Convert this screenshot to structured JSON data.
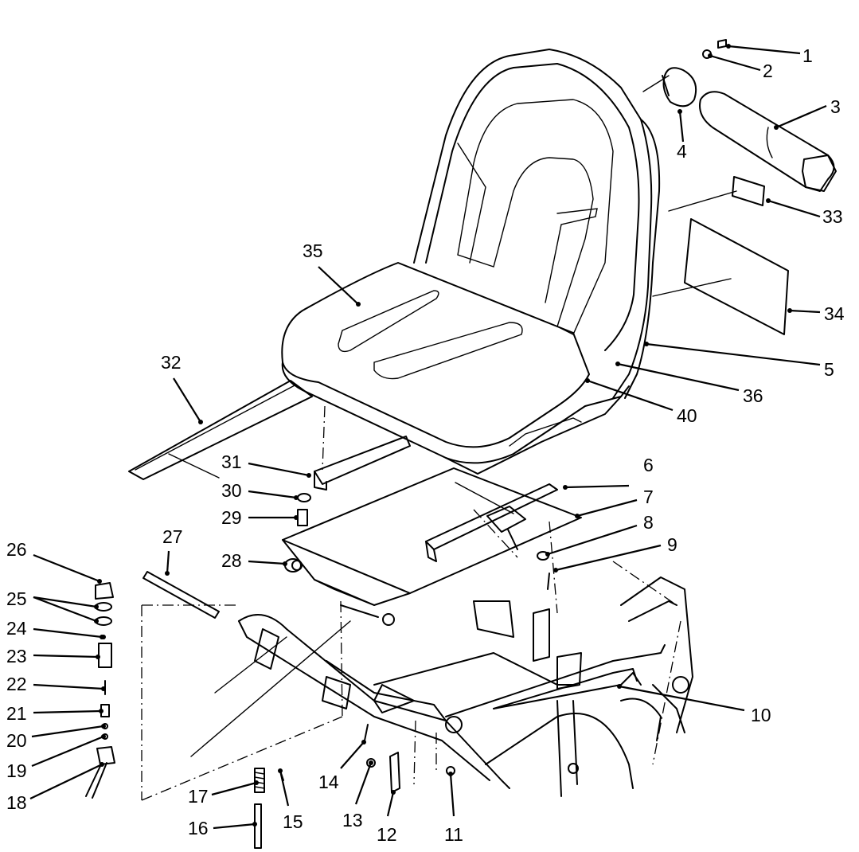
{
  "callouts": {
    "c1": "1",
    "c2": "2",
    "c3": "3",
    "c4": "4",
    "c5": "5",
    "c6": "6",
    "c7": "7",
    "c8": "8",
    "c9": "9",
    "c10": "10",
    "c11": "11",
    "c12": "12",
    "c13": "13",
    "c14": "14",
    "c15": "15",
    "c16": "16",
    "c17": "17",
    "c18": "18",
    "c19": "19",
    "c20": "20",
    "c21": "21",
    "c22": "22",
    "c23": "23",
    "c24": "24",
    "c25": "25",
    "c26": "26",
    "c27": "27",
    "c28": "28",
    "c29": "29",
    "c30": "30",
    "c31": "31",
    "c32": "32",
    "c33": "33",
    "c34": "34",
    "c35": "35",
    "c36": "36",
    "c40": "40"
  }
}
